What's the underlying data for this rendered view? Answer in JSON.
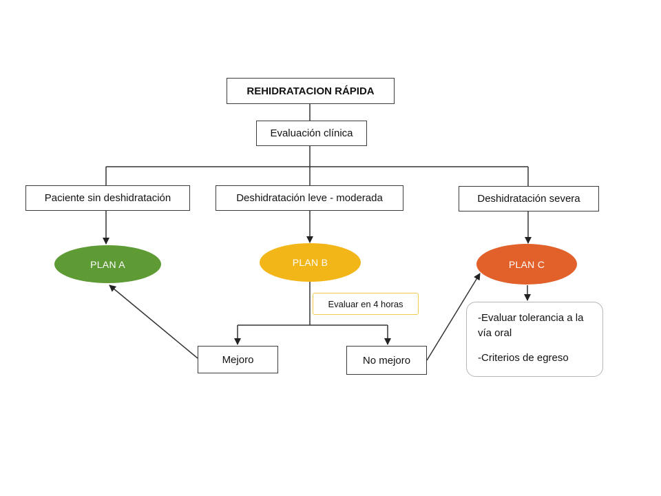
{
  "diagram": {
    "title": "REHIDRATACION RÁPIDA",
    "evaluation": "Evaluación clínica",
    "branches": {
      "none": "Paciente sin deshidratación",
      "mild": "Deshidratación leve - moderada",
      "severe": "Deshidratación severa"
    },
    "plans": {
      "a": {
        "label": "PLAN A",
        "color": "#5e9b35"
      },
      "b": {
        "label": "PLAN B",
        "color": "#f3b619"
      },
      "c": {
        "label": "PLAN C",
        "color": "#e2612a"
      }
    },
    "note": "Evaluar en 4 horas",
    "outcomes": {
      "better": "Mejoro",
      "not_better": "No mejoro"
    },
    "plan_c_steps": [
      "-Evaluar tolerancia a la vía oral",
      "-Criterios de egreso"
    ]
  }
}
